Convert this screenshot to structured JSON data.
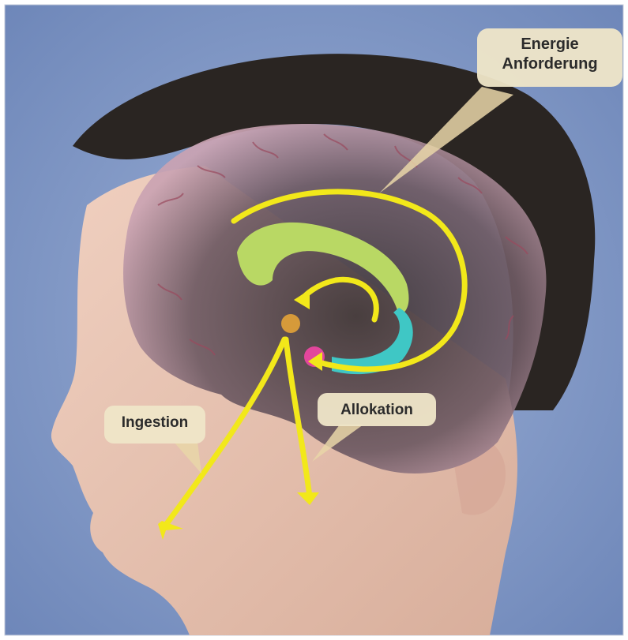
{
  "labels": {
    "energy_line1": "Energie",
    "energy_line2": "Anforderung",
    "ingestion": "Ingestion",
    "allocation": "Allokation"
  },
  "colors": {
    "background": "#7f97c6",
    "hair": "#2a2522",
    "skin": "#e7c2b0",
    "brain": "#c89fae",
    "arrow": "#f2e81a",
    "green_structure": "#b9d864",
    "cyan_structure": "#3fc7c5",
    "magenta_node": "#e2469c",
    "orange_node": "#d69a3a",
    "callout_box": "#efe6c8"
  }
}
